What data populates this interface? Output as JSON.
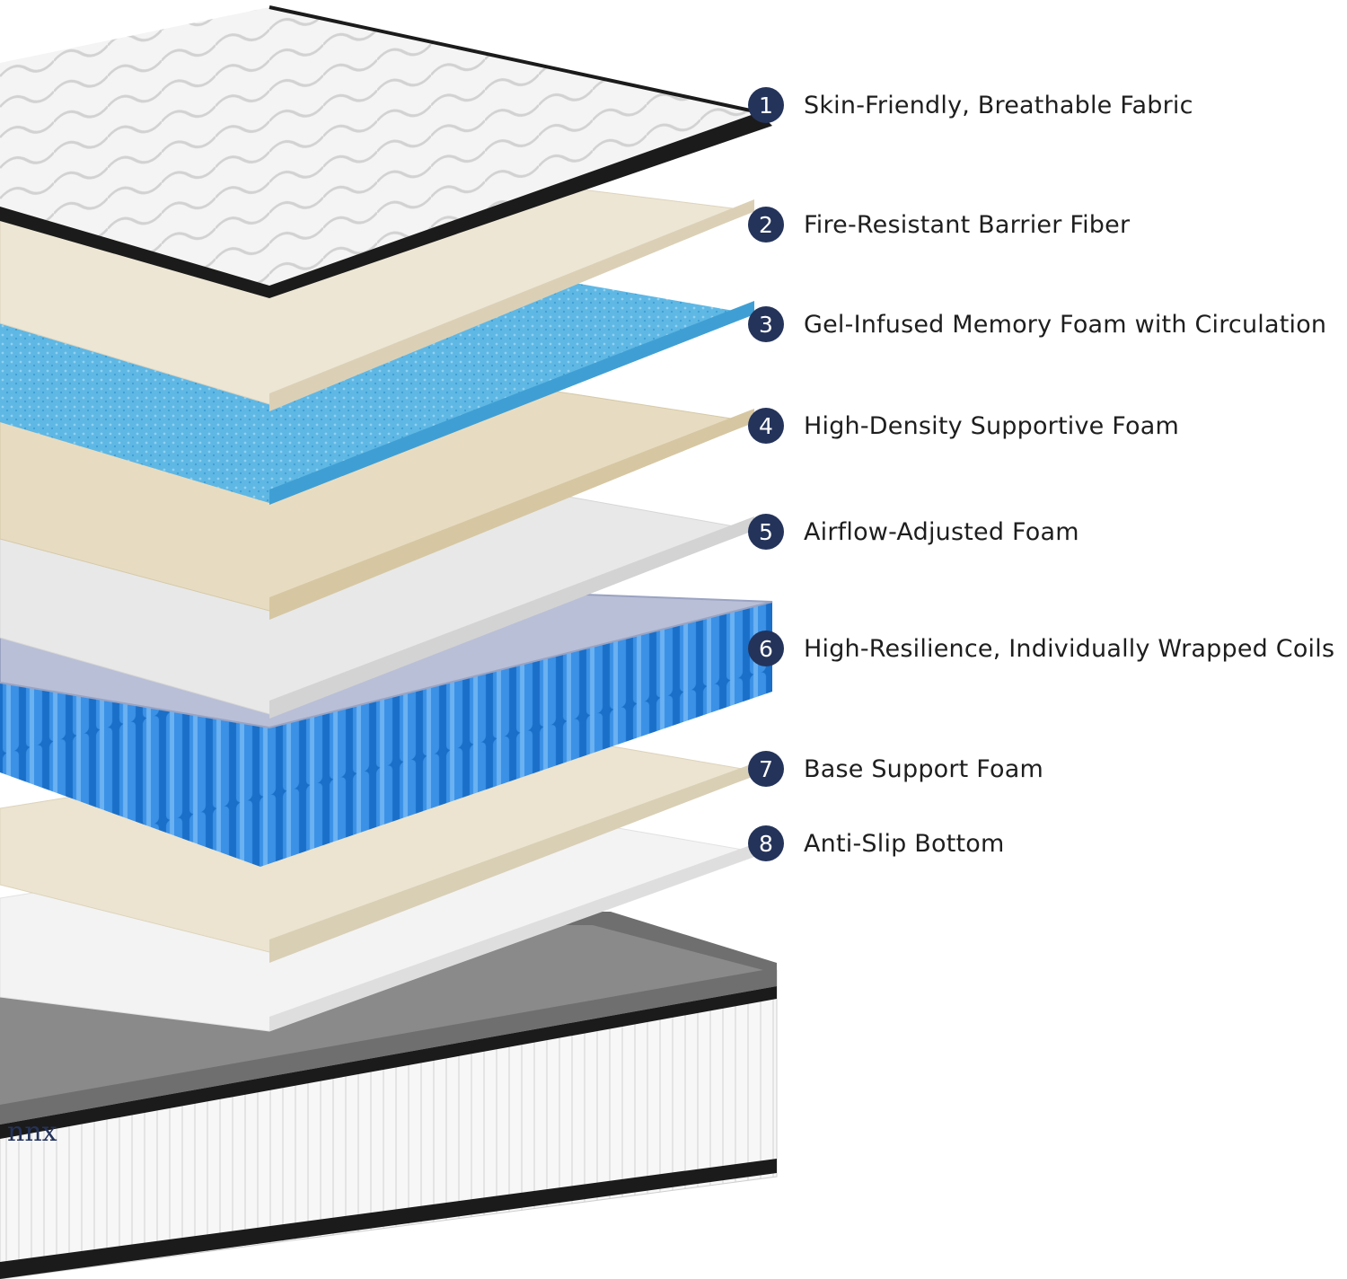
{
  "layers": [
    {
      "number": "1",
      "label": "Skin-Friendly, Breathable Fabric"
    },
    {
      "number": "2",
      "label": "Fire-Resistant Barrier Fiber"
    },
    {
      "number": "3",
      "label": "Gel-Infused Memory Foam with Circulation"
    },
    {
      "number": "4",
      "label": "High-Density Supportive Foam"
    },
    {
      "number": "5",
      "label": "Airflow-Adjusted Foam"
    },
    {
      "number": "6",
      "label": "High-Resilience, Individually Wrapped Coils"
    },
    {
      "number": "7",
      "label": "Base Support Foam"
    },
    {
      "number": "8",
      "label": "Anti-Slip Bottom"
    }
  ],
  "brand_fragment": "nnx",
  "colors": {
    "badge": "#24335a",
    "gel_foam": "#5fb7e4",
    "coils": "#1f78d1",
    "cream_foam": "#ece4d0",
    "cover_border": "#1b1b1b"
  }
}
